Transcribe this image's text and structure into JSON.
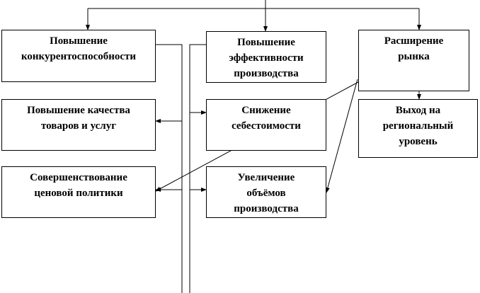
{
  "boxes": {
    "competitiveness": [
      "Повышение",
      "конкурентоспособности"
    ],
    "efficiency": [
      "Повышение",
      "эффективности",
      "производства"
    ],
    "market": [
      "Расширение",
      "рынка"
    ],
    "quality": [
      "Повышение качества",
      "товаров и услуг"
    ],
    "cost": [
      "Снижение",
      "себестоимости"
    ],
    "regional": [
      "Выход на",
      "региональный",
      "уровень"
    ],
    "pricing": [
      "Совершенствование",
      "ценовой политики"
    ],
    "volume": [
      "Увеличение",
      "объёмов",
      "производства"
    ]
  }
}
